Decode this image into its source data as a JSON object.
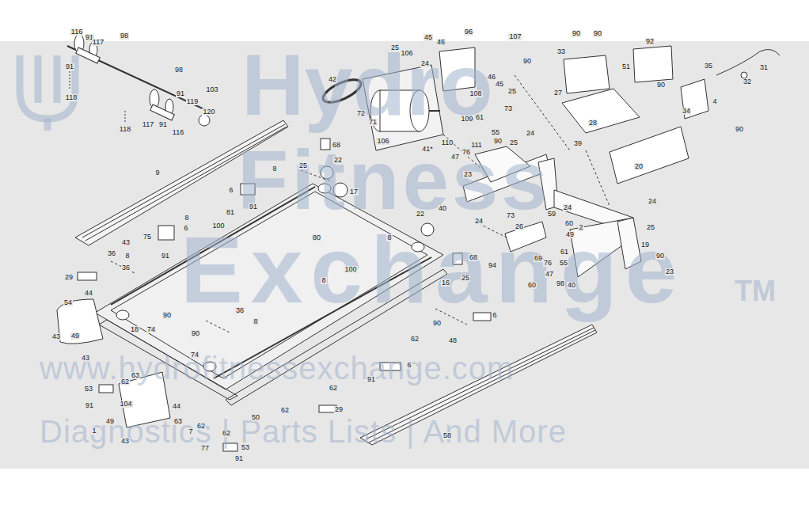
{
  "diagram": {
    "labels": [
      "116",
      "91",
      "98",
      "117",
      "91",
      "118",
      "98",
      "91",
      "103",
      "119",
      "120",
      "118",
      "117",
      "91",
      "116",
      "25",
      "45",
      "46",
      "96",
      "107",
      "106",
      "24",
      "42",
      "90",
      "33",
      "90",
      "90",
      "92",
      "31",
      "51",
      "35",
      "90",
      "32",
      "4",
      "34",
      "27",
      "28",
      "46",
      "45",
      "25",
      "108",
      "73",
      "72",
      "71",
      "109",
      "61",
      "55",
      "111",
      "76",
      "110",
      "47",
      "90",
      "25",
      "24",
      "41*",
      "106",
      "68",
      "39",
      "90",
      "20",
      "22",
      "8",
      "25",
      "23",
      "17",
      "6",
      "91",
      "9",
      "8",
      "81",
      "100",
      "40",
      "59",
      "24",
      "24",
      "73",
      "24",
      "22",
      "26",
      "60",
      "49",
      "2",
      "25",
      "80",
      "8",
      "68",
      "43",
      "75",
      "6",
      "91",
      "36",
      "8",
      "36",
      "94",
      "69",
      "61",
      "76",
      "55",
      "47",
      "19",
      "90",
      "23",
      "29",
      "44",
      "100",
      "8",
      "16",
      "25",
      "60",
      "98",
      "40",
      "54",
      "18",
      "90",
      "74",
      "36",
      "8",
      "90",
      "6",
      "48",
      "90",
      "62",
      "43",
      "49",
      "43",
      "74",
      "63",
      "62",
      "91",
      "6",
      "62",
      "53",
      "91",
      "104",
      "62",
      "44",
      "29",
      "49",
      "63",
      "62",
      "50",
      "1",
      "43",
      "62",
      "7",
      "53",
      "77",
      "91",
      "58",
      "Hydro",
      "Fitness",
      "Exchange",
      "TM",
      "www.hydrofitnessexchange.com",
      "Diagnostics | Parts Lists | And More"
    ]
  }
}
